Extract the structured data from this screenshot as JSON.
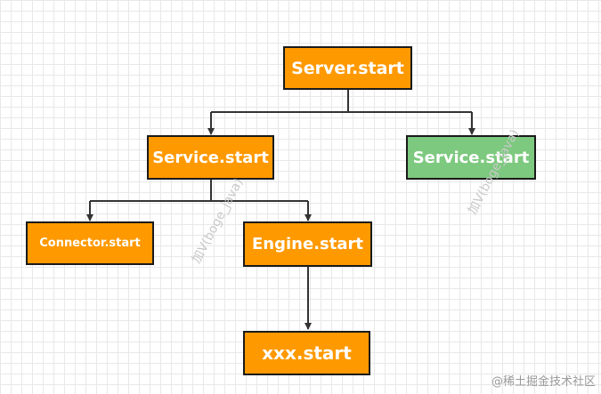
{
  "diagram": {
    "nodes": {
      "server_start": "Server.start",
      "service_start_main": "Service.start",
      "service_start_other": "Service.start",
      "connector_start": "Connector.start",
      "engine_start": "Engine.start",
      "xxx_start": "xxx.start"
    },
    "colors": {
      "orange": "#ff9900",
      "green": "#7dc97f",
      "border": "#1a1a1a",
      "connector": "#333333"
    }
  },
  "watermarks": [
    "加V(boge_java)",
    "加V(boge_java)"
  ],
  "footer": {
    "credit": "@稀土掘金技术社区"
  }
}
